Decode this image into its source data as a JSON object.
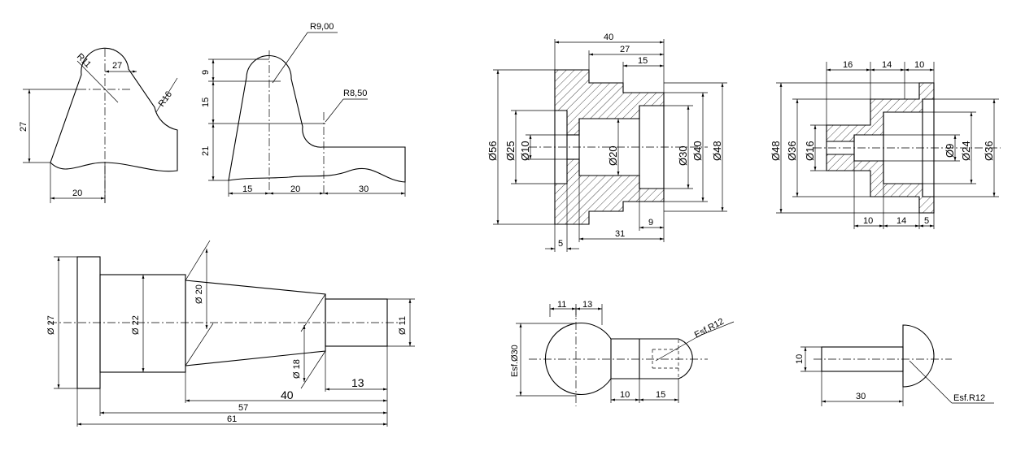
{
  "fig1": {
    "r11": "R11",
    "d27top": "27",
    "r16": "R16",
    "h27": "27",
    "w20": "20"
  },
  "fig2": {
    "r900": "R9,00",
    "r850": "R8,50",
    "v9": "9",
    "v15": "15",
    "v21": "21",
    "w15": "15",
    "w20": "20",
    "w30": "30"
  },
  "fig3": {
    "d27": "Ø 27",
    "d22": "Ø 22",
    "d20": "Ø 20",
    "d18": "Ø 18",
    "d11": "Ø 11",
    "l13": "13",
    "l40": "40",
    "l57": "57",
    "l61": "61"
  },
  "fig4": {
    "t40": "40",
    "t27": "27",
    "t15": "15",
    "d56": "Ø56",
    "d25": "Ø25",
    "d10": "Ø10",
    "d20": "Ø20",
    "d30": "Ø30",
    "d40": "Ø40",
    "d48": "Ø48",
    "b9": "9",
    "b31": "31",
    "b5": "5"
  },
  "fig5": {
    "t16": "16",
    "t14": "14",
    "t10": "10",
    "d48": "Ø48",
    "d36": "Ø36",
    "d16": "Ø16",
    "d9": "Ø9",
    "d24": "Ø24",
    "d36r": "Ø36",
    "b10": "10",
    "b14": "14",
    "b5": "5"
  },
  "fig6": {
    "t11": "11",
    "t13": "13",
    "esf30": "Esf.Ø30",
    "esfr12": "Esf.R12",
    "b10": "10",
    "b15": "15"
  },
  "fig7": {
    "d10": "10",
    "b30": "30",
    "esfr12": "Esf.R12"
  }
}
